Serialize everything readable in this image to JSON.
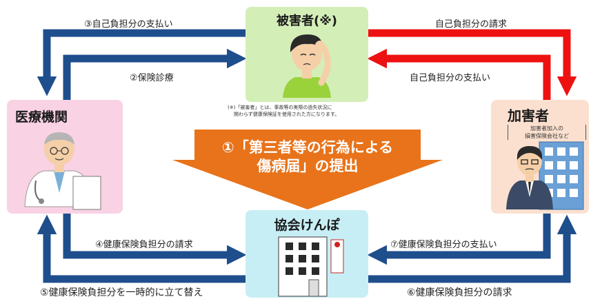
{
  "victim": {
    "title": "被害者(※)"
  },
  "note": {
    "line1": "(※)「被害者」とは、事故等の実際の過失状況に",
    "line2": "関わらず健康保険証を使用された方になります。"
  },
  "hospital": {
    "title": "医療機関"
  },
  "assailant": {
    "title": "加害者",
    "sub1": "加害者加入の",
    "sub2": "損害保険会社など"
  },
  "kyokai": {
    "title": "協会けんぽ"
  },
  "center": {
    "line1": "①「第三者等の行為による",
    "line2": "傷病届」の提出"
  },
  "flows": {
    "f2": "②保険診療",
    "f3": "③自己負担分の支払い",
    "f4": "④健康保険負担分の請求",
    "f5": "⑤健康保険負担分を一時的に立て替え",
    "f6": "⑥健康保険負担分の請求",
    "f7": "⑦健康保険負担分の支払い",
    "red_top": "自己負担分の請求",
    "red_inner": "自己負担分の支払い"
  },
  "colors": {
    "blue_arrow": "#1f4e8c",
    "red_arrow": "#ee1111",
    "orange_arrow": "#e8731a",
    "victim_bg": "#d4eeb8",
    "hospital_bg": "#f9d2e4",
    "assailant_bg": "#fbe0cf",
    "kyokai_bg": "#c8eef5"
  },
  "icons": [
    "doctor-figure",
    "victim-figure",
    "businessman-figure",
    "building-icon",
    "office-building-icon"
  ]
}
